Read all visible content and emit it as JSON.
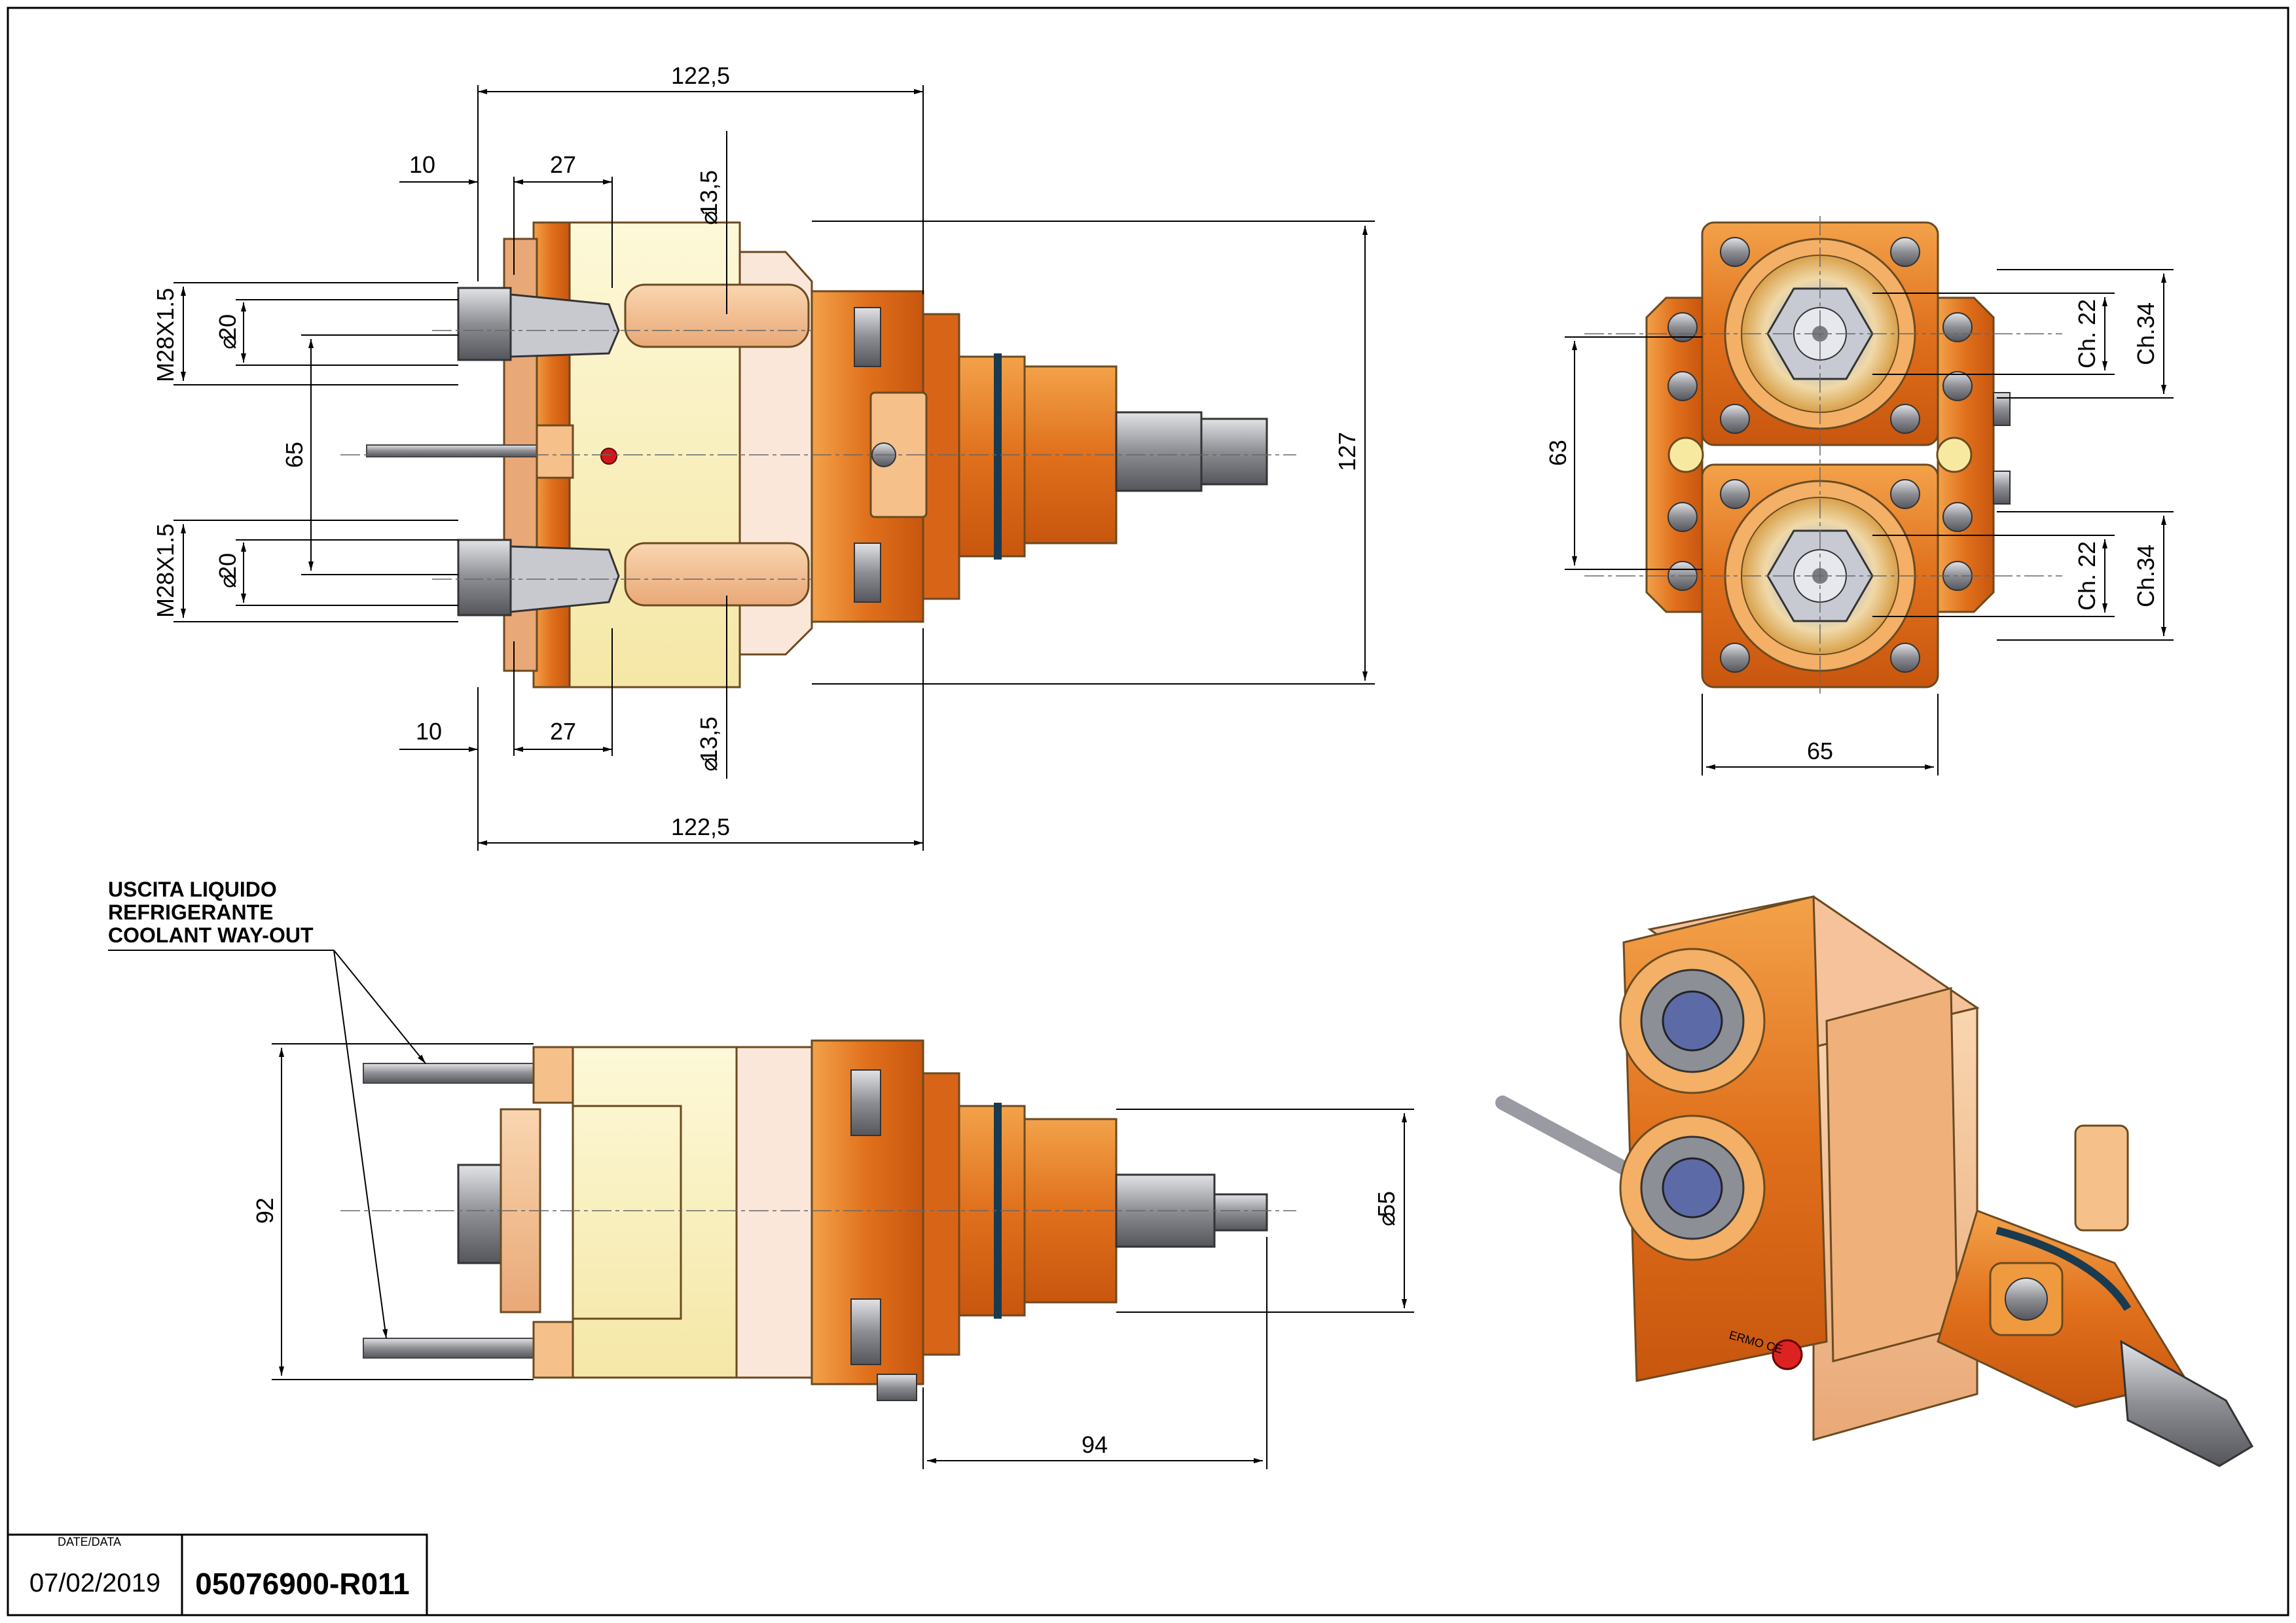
{
  "drawing": {
    "front_view": {
      "dims": {
        "overall_length_top": "122,5",
        "overall_length_bottom": "122,5",
        "offset_top": "10",
        "offset_bottom": "10",
        "collet_depth_top": "27",
        "collet_depth_bottom": "27",
        "bore_top": "13,5",
        "bore_bottom": "13,5",
        "thread_top": "M28X1.5",
        "thread_bottom": "M28X1.5",
        "diameter_top": "20",
        "diameter_bottom": "20",
        "spindle_distance": "65",
        "overall_height": "127"
      }
    },
    "end_view": {
      "dims": {
        "spindle_distance": "63",
        "width": "65",
        "wrench_top_inner": "Ch. 22",
        "wrench_top_outer": "Ch.34",
        "wrench_bottom_inner": "Ch. 22",
        "wrench_bottom_outer": "Ch.34"
      }
    },
    "side_view": {
      "coolant_note": [
        "USCITA LIQUIDO",
        "REFRIGERANTE",
        "COOLANT WAY-OUT"
      ],
      "dims": {
        "pipe_distance": "92",
        "shank_diameter": "55",
        "shank_length": "94"
      }
    },
    "iso_view": {
      "engraving": "ERMO CE"
    }
  },
  "title_block": {
    "date_label": "DATE/DATA",
    "date": "07/02/2019",
    "code": "05076900-R011"
  },
  "colors": {
    "orange": "#e88a2a",
    "orange_dark": "#b85a10",
    "light_orange": "#f6c08a",
    "pale_yellow": "#fbf3c2",
    "pink": "#f3c9b0",
    "steel": "#8e8e94",
    "steel_light": "#cfd0d4"
  }
}
